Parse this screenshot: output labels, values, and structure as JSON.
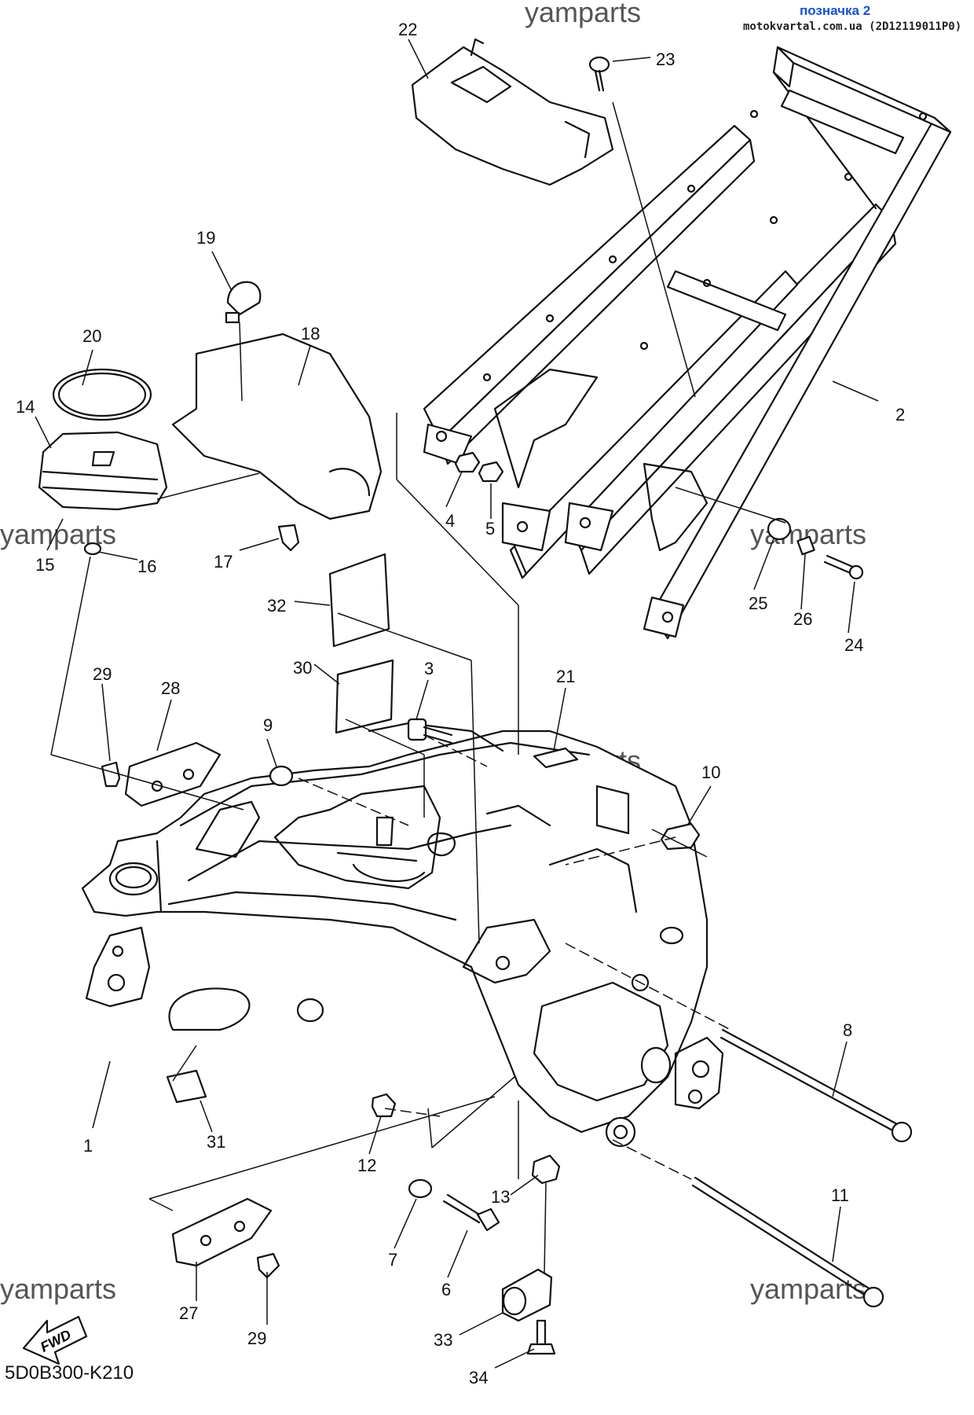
{
  "header": {
    "title_link": "позначка 2",
    "subtitle": "motokvartal.com.ua (2D12119011P0)"
  },
  "watermark": "yamparts",
  "reference_code": "5D0B300-K210",
  "fwd_label": "FWD",
  "callouts": [
    "1",
    "2",
    "3",
    "4",
    "5",
    "6",
    "7",
    "8",
    "9",
    "10",
    "11",
    "12",
    "13",
    "14",
    "15",
    "16",
    "17",
    "18",
    "19",
    "20",
    "21",
    "22",
    "23",
    "24",
    "25",
    "26",
    "27",
    "28",
    "29",
    "29",
    "30",
    "31",
    "32",
    "33",
    "34"
  ],
  "colors": {
    "link": "#1a4fd6",
    "ink": "#111111",
    "watermark": "#555555"
  }
}
